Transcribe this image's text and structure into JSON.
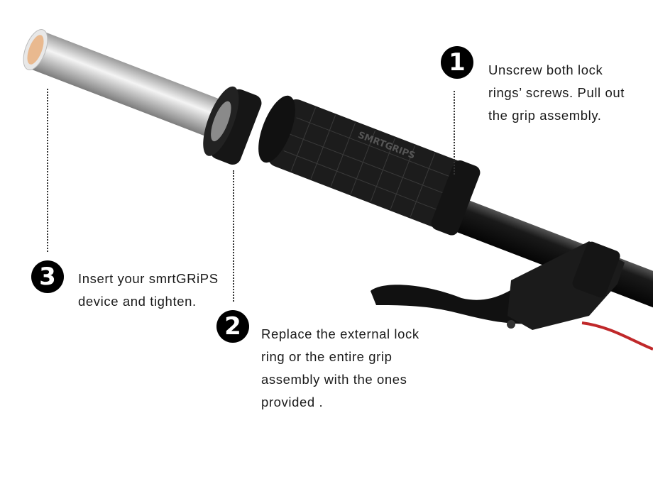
{
  "product": {
    "logo_text": "SMRTGRIPS"
  },
  "steps": [
    {
      "number": "1",
      "text": "Unscrew both lock rings’ screws. Pull out the grip assembly."
    },
    {
      "number": "2",
      "text": "Replace the external lock ring or the entire grip assembly with the ones provided ."
    },
    {
      "number": "3",
      "text": "Insert your smrtGRiPS device and tighten."
    }
  ],
  "colors": {
    "badge": "#000000",
    "cable": "#c0282a",
    "grip": "#1c1c1c"
  }
}
